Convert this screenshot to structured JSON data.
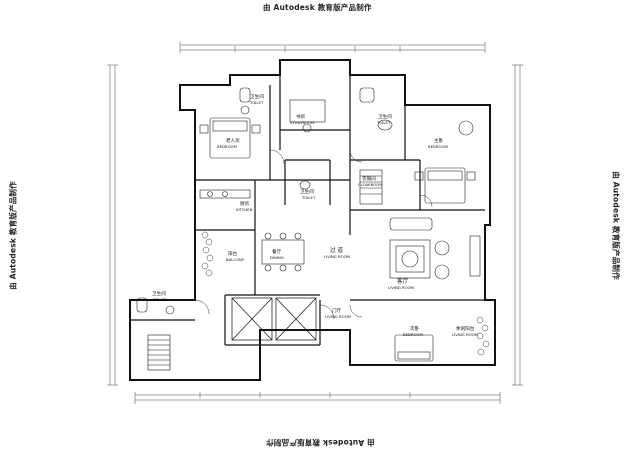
{
  "watermark": {
    "top": "由 Autodesk 教育版产品制作",
    "bottom": "由 Autodesk 教育版产品制作",
    "left": "由 Autodesk 教育版产品制作",
    "right": "由 Autodesk 教育版产品制作"
  },
  "rooms": {
    "master_toilet": {
      "cn": "卫生间",
      "en": "TOILET"
    },
    "study": {
      "cn": "书房",
      "en": "STUDYROOM"
    },
    "toilet_2": {
      "cn": "卫生间",
      "en": "TOILET"
    },
    "bedroom_left": {
      "cn": "老人房",
      "en": "BEDROOM"
    },
    "kitchen": {
      "cn": "厨房",
      "en": "KITCHEN"
    },
    "toilet_mid": {
      "cn": "卫生间",
      "en": "TOILET"
    },
    "cloakroom": {
      "cn": "衣帽间",
      "en": "CLOAKROOM"
    },
    "master_bedroom": {
      "cn": "主卧",
      "en": "BEDROOM"
    },
    "balcony": {
      "cn": "阳台",
      "en": "BALCONY"
    },
    "dining": {
      "cn": "餐厅",
      "en": "DINING"
    },
    "corridor": {
      "cn": "过 道",
      "en": "LIVING ROOM"
    },
    "living": {
      "cn": "客厅",
      "en": "LIVING ROOM"
    },
    "toilet_left": {
      "cn": "卫生间",
      "en": "TOILET"
    },
    "entrance": {
      "cn": "门厅",
      "en": "LIVING ROOM"
    },
    "bedroom_bottom": {
      "cn": "次卧",
      "en": "BEDROOM"
    },
    "balcony_right": {
      "cn": "休闲阳台",
      "en": "LIVING ROOM"
    }
  }
}
